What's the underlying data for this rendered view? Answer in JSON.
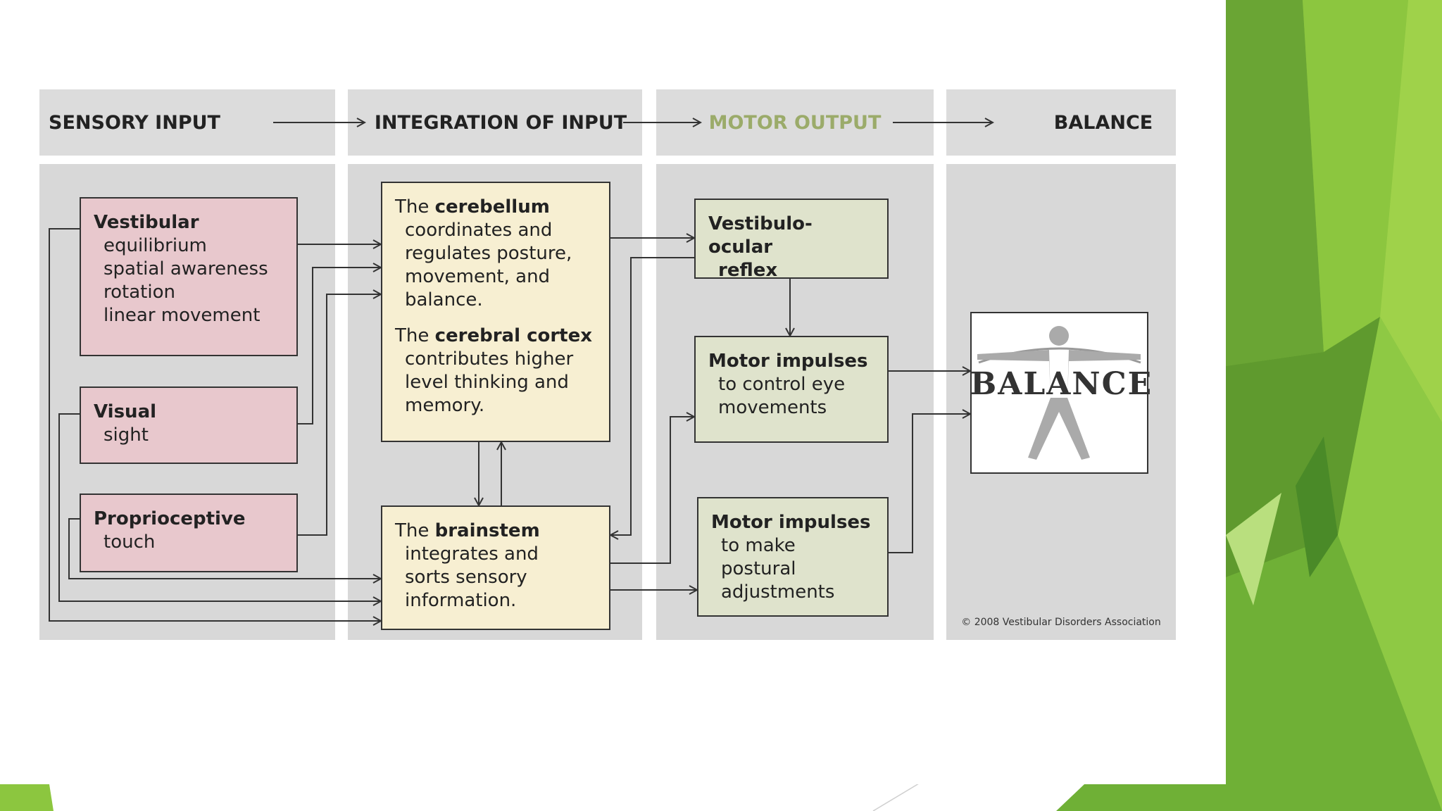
{
  "header": {
    "sensory": "SENSORY INPUT",
    "integration": "INTEGRATION OF INPUT",
    "motor": "MOTOR OUTPUT",
    "balance": "BALANCE",
    "motor_color": "#9bab6a"
  },
  "sensory": {
    "vestibular": {
      "title": "Vestibular",
      "items": [
        "equilibrium",
        "spatial awareness",
        "rotation",
        "linear movement"
      ]
    },
    "visual": {
      "title": "Visual",
      "items": [
        "sight"
      ]
    },
    "proprioceptive": {
      "title": "Proprioceptive",
      "items": [
        "touch"
      ]
    }
  },
  "integration": {
    "cerebellum": {
      "pre": "The ",
      "bold": "cerebellum",
      "lines": [
        "coordinates and",
        "regulates posture,",
        "movement, and",
        "balance."
      ]
    },
    "cortex": {
      "pre": "The ",
      "bold": "cerebral cortex",
      "lines": [
        "contributes higher",
        "level thinking and",
        "memory."
      ]
    },
    "brainstem": {
      "pre": "The ",
      "bold": "brainstem",
      "lines": [
        "integrates and",
        "sorts sensory",
        "information."
      ]
    }
  },
  "motor": {
    "vor": {
      "title": "Vestibulo-ocular",
      "items": [
        "reflex"
      ]
    },
    "eye": {
      "title": "Motor impulses",
      "items": [
        "to control eye",
        "movements"
      ]
    },
    "postural": {
      "title": "Motor impulses",
      "items": [
        "to make",
        "postural",
        "adjustments"
      ]
    }
  },
  "balance_image_text": "BALANCE",
  "copyright": "© 2008 Vestibular Disorders Association",
  "colors": {
    "sensory_box": "#e8c8cd",
    "integration_box": "#f7efd2",
    "motor_box": "#dfe3cc",
    "deco_green_light": "#8cc63f",
    "deco_green_dark": "#4a8a28"
  }
}
